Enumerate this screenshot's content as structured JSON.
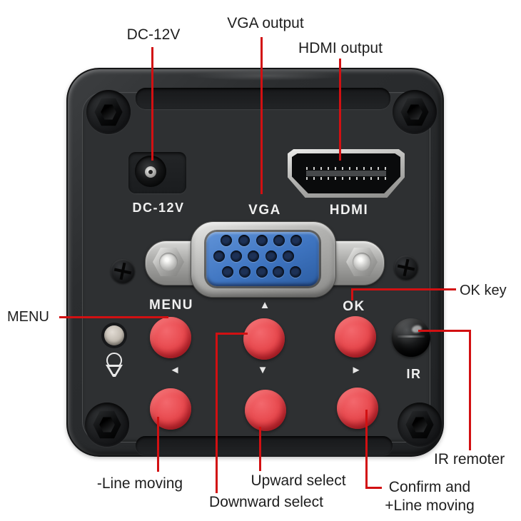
{
  "figure": {
    "description": "Rear panel of industrial digital camera with annotated ports and buttons"
  },
  "colors": {
    "annotation_red": "#d21012",
    "annotation_text": "#1e1e1e",
    "body_dark": "#2b2d2f",
    "button_red": "#e84a4f",
    "vga_blue": "#3e74c0",
    "metal_silver": "#b2b2b0",
    "printed_label_white": "#f0f0f0",
    "background": "#ffffff"
  },
  "annotations": {
    "dc_power": "DC-12V",
    "vga_output": "VGA output",
    "hdmi_output": "HDMI output",
    "ok_key": "OK key",
    "menu": "MENU",
    "ir_remoter": "IR remoter",
    "minus_line_moving": "-Line moving",
    "upward_select": "Upward select",
    "downward_select": "Downward select",
    "confirm_line_1": "Confirm and",
    "confirm_line_2": "+Line moving"
  },
  "panel_labels": {
    "dc_jack": "DC-12V",
    "vga_port": "VGA",
    "hdmi_port": "HDMI",
    "menu_button": "MENU",
    "ok_button": "OK",
    "ir_receiver": "IR",
    "arrow_up": "▲",
    "arrow_down": "▼",
    "arrow_left": "◄",
    "arrow_right": "►"
  }
}
